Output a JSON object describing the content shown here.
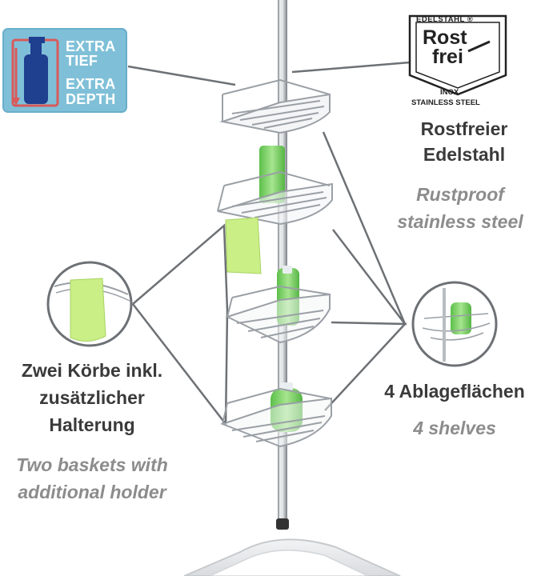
{
  "badge": {
    "line1": "EXTRA",
    "line2": "TIEF",
    "line3": "EXTRA",
    "line4": "DEPTH",
    "icon": "bottle-icon",
    "color": "#7fc0d8"
  },
  "logo": {
    "top": "EDELSTAHL",
    "registered": "®",
    "word1": "Rost",
    "word2": "frei",
    "sub1": "INOX",
    "sub2": "STAINLESS STEEL",
    "icon": "shield-emblem"
  },
  "callout_material": {
    "de_line1": "Rostfreier",
    "de_line2": "Edelstahl",
    "en_line1": "Rustproof",
    "en_line2": "stainless steel"
  },
  "callout_baskets": {
    "de_line1": "Zwei Körbe inkl.",
    "de_line2": "zusätzlicher",
    "de_line3": "Halterung",
    "en_line1": "Two baskets with",
    "en_line2": "additional holder"
  },
  "callout_shelves": {
    "de_line1": "4 Ablageflächen",
    "en_line1": "4 shelves"
  },
  "colors": {
    "text_de": "#3a3a3a",
    "text_en": "#8c8c8c",
    "chrome": "#b8bdc2",
    "bottle_green": "#7ed36a",
    "towel_green": "#c9ef86"
  }
}
